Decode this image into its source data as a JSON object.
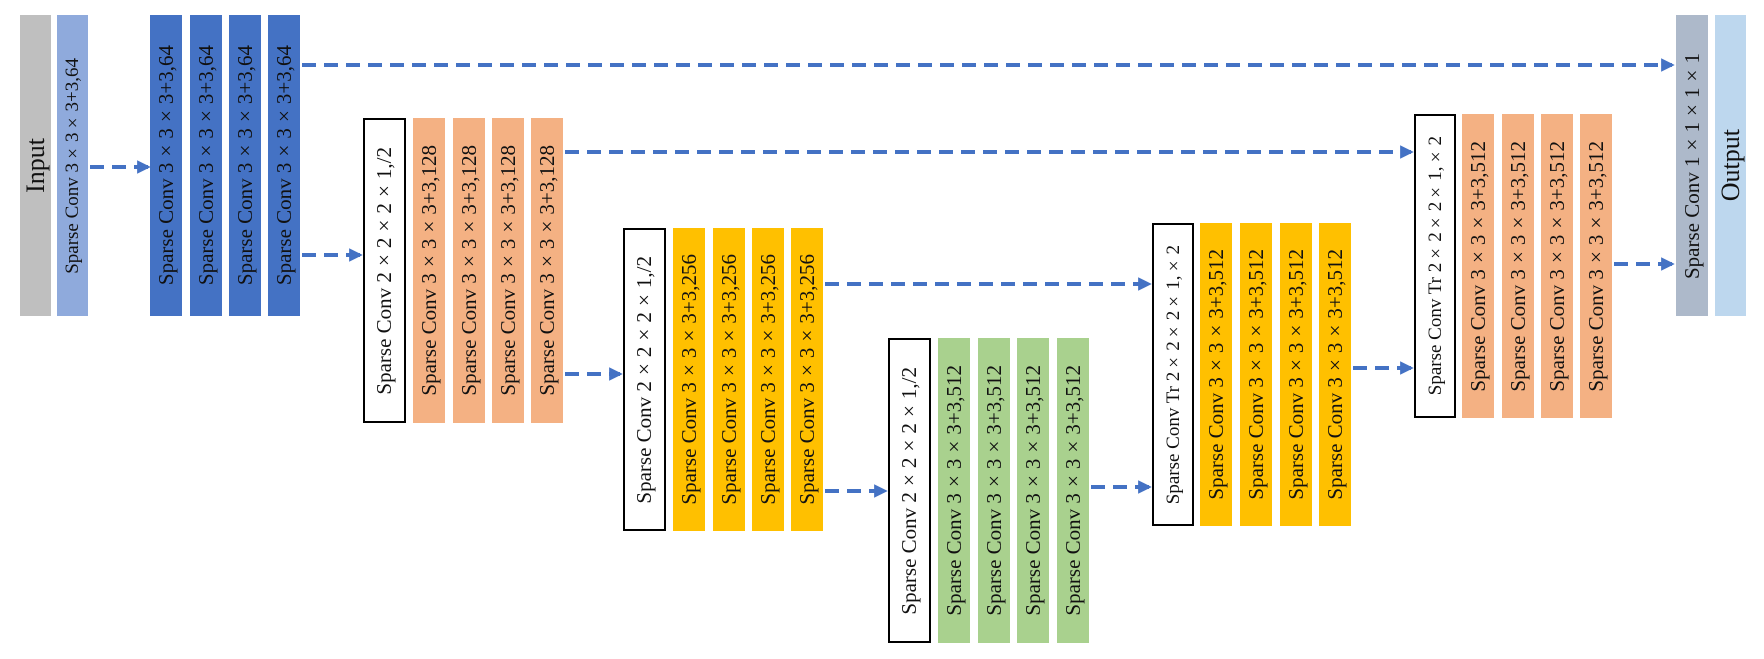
{
  "colors": {
    "input": "#bfbfbf",
    "input_conv": "#8faadc",
    "blue": "#4472c4",
    "orange": "#f4b183",
    "yellow": "#ffc000",
    "green": "#a9d18e",
    "final_conv": "#adb9ca",
    "output": "#bdd7ee",
    "outline": "#000000",
    "arrow": "#4472c4"
  },
  "nodes": {
    "input": "Input",
    "input_conv": "Sparse Conv 3×3×3+3,64",
    "l1": [
      "Sparse Conv 3×3×3+3,64",
      "Sparse Conv 3×3×3+3,64",
      "Sparse Conv 3×3×3+3,64",
      "Sparse Conv 3×3×3+3,64"
    ],
    "down1": "Sparse Conv 2×2×2×1,/2",
    "l2": [
      "Sparse Conv 3×3×3+3,128",
      "Sparse Conv 3×3×3+3,128",
      "Sparse Conv 3×3×3+3,128",
      "Sparse Conv 3×3×3+3,128"
    ],
    "down2": "Sparse Conv 2×2×2×1,/2",
    "l3": [
      "Sparse Conv 3×3×3+3,256",
      "Sparse Conv 3×3×3+3,256",
      "Sparse Conv 3×3×3+3,256",
      "Sparse Conv 3×3×3+3,256"
    ],
    "down3": "Sparse Conv 2×2×2×1,/2",
    "l4": [
      "Sparse Conv 3×3×3+3,512",
      "Sparse Conv 3×3×3+3,512",
      "Sparse Conv 3×3×3+3,512",
      "Sparse Conv 3×3×3+3,512"
    ],
    "up1": "Sparse Conv Tr 2×2×2×1,×2",
    "l5": [
      "Sparse Conv 3×3×3+3,512",
      "Sparse Conv 3×3×3+3,512",
      "Sparse Conv 3×3×3+3,512",
      "Sparse Conv 3×3×3+3,512"
    ],
    "up2": "Sparse Conv Tr 2×2×2×1,×2",
    "l6": [
      "Sparse Conv 3×3×3+3,512",
      "Sparse Conv 3×3×3+3,512",
      "Sparse Conv 3×3×3+3,512",
      "Sparse Conv 3×3×3+3,512"
    ],
    "final_conv": "Sparse Conv 1×1×1×1",
    "output": "Output"
  }
}
